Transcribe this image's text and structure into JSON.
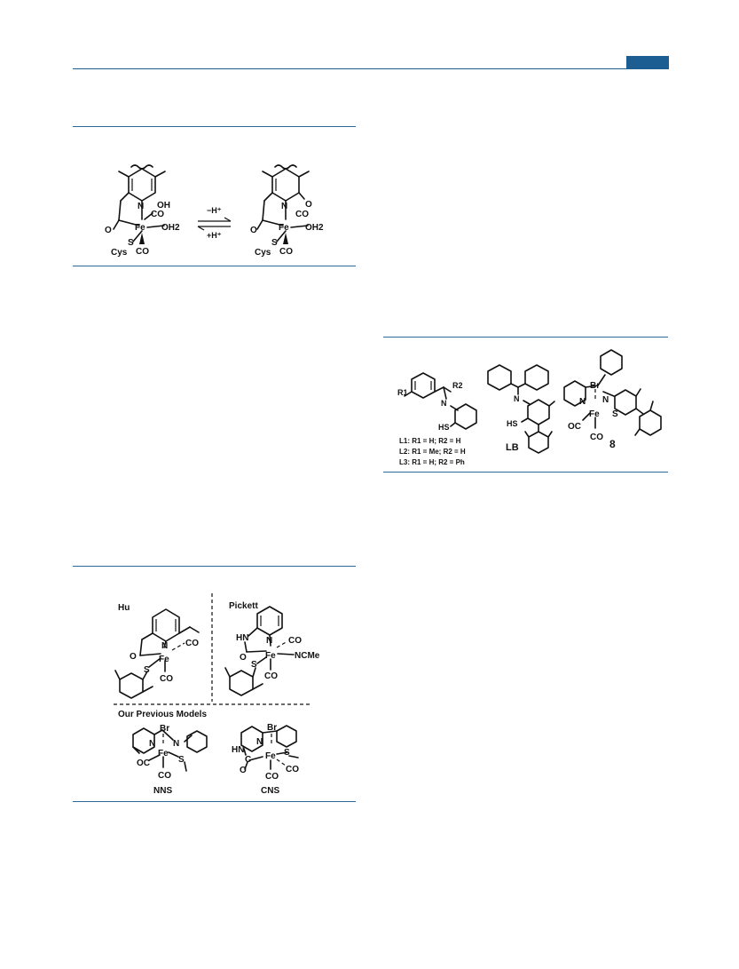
{
  "scheme1": {
    "left": {
      "oh": "OH",
      "n": "N",
      "co_top": "CO",
      "fe": "Fe",
      "oh2": "OH2",
      "o": "O",
      "s": "S",
      "cys": "Cys",
      "co_bot": "CO"
    },
    "right": {
      "o_top": "O",
      "n": "N",
      "co_top": "CO",
      "fe": "Fe",
      "oh2": "OH2",
      "o": "O",
      "s": "S",
      "cys": "Cys",
      "co_bot": "CO"
    },
    "arrow_top": "−H⁺",
    "arrow_bottom": "+H⁺"
  },
  "models": {
    "hu": {
      "label": "Hu",
      "n": "N",
      "co_top": "CO",
      "fe": "Fe",
      "o": "O",
      "s": "S",
      "co_bot": "CO"
    },
    "pickett": {
      "label": "Pickett",
      "hn": "HN",
      "n": "N",
      "co_top": "CO",
      "fe": "Fe",
      "ncme": "NCMe",
      "o": "O",
      "s": "S",
      "co_bot": "CO"
    },
    "previous_label": "Our Previous Models",
    "nns": {
      "label": "NNS",
      "br": "Br",
      "n1": "N",
      "n2": "N",
      "fe": "Fe",
      "s": "S",
      "oc": "OC",
      "co": "CO"
    },
    "cns": {
      "label": "CNS",
      "br": "Br",
      "n": "N",
      "hn": "HN",
      "c": "C",
      "fe": "Fe",
      "s": "S",
      "o": "O",
      "co1": "CO",
      "co2": "CO"
    }
  },
  "ligands": {
    "l_generic": {
      "r1": "R1",
      "r2": "R2",
      "n": "N",
      "sh": "HS",
      "l1": "L1: R1 = H; R2 = H",
      "l2": "L2: R1 = Me; R2 = H",
      "l3": "L3: R1 = H; R2 = Ph"
    },
    "lb": {
      "n": "N",
      "sh": "HS",
      "label": "LB"
    },
    "complex8": {
      "br": "Br",
      "n1": "N",
      "n2": "N",
      "fe": "Fe",
      "s": "S",
      "oc": "OC",
      "co": "CO",
      "label": "8"
    }
  }
}
